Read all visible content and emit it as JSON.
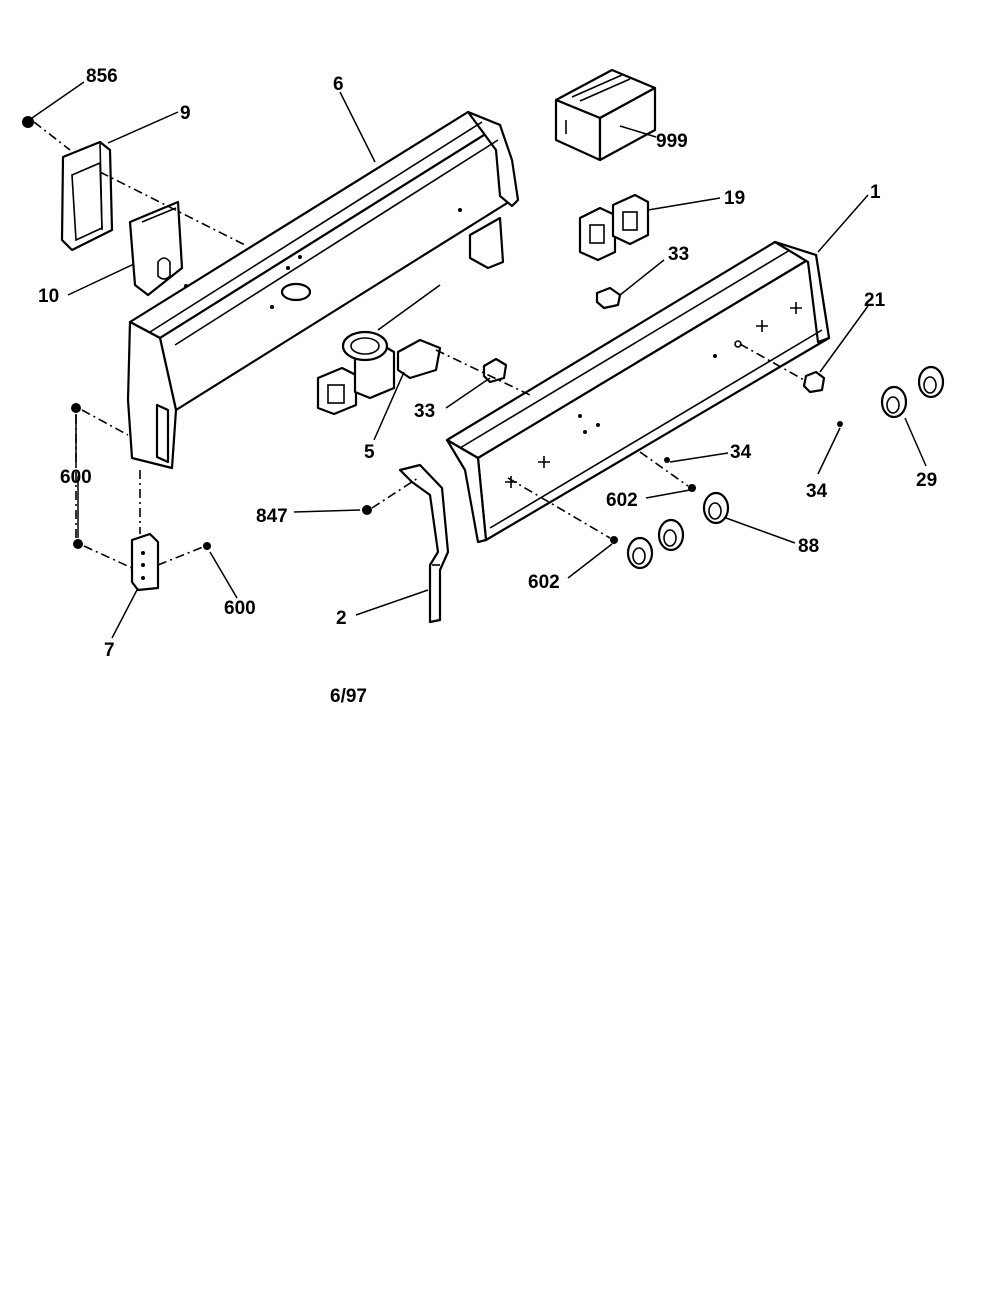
{
  "callouts": {
    "c856": "856",
    "c9": "9",
    "c6": "6",
    "c999": "999",
    "c19": "19",
    "c1": "1",
    "c10": "10",
    "c33a": "33",
    "c33b": "33",
    "c21": "21",
    "c5": "5",
    "c600a": "600",
    "c34a": "34",
    "c34b": "34",
    "c29": "29",
    "c847": "847",
    "c602a": "602",
    "c88": "88",
    "c602b": "602",
    "c600b": "600",
    "c2": "2",
    "c7": "7"
  },
  "date_code": "6/97"
}
